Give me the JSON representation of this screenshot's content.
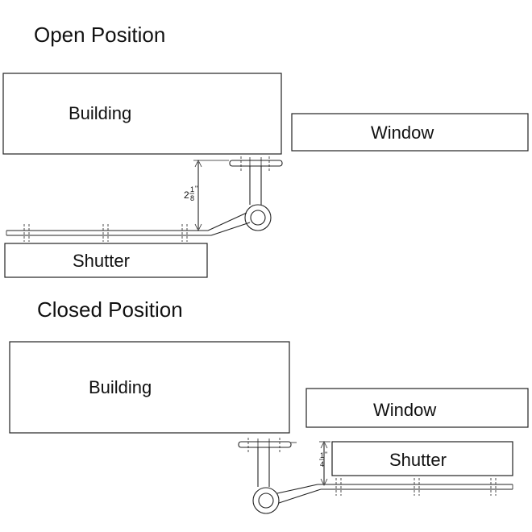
{
  "open": {
    "title": "Open Position",
    "building_label": "Building",
    "window_label": "Window",
    "shutter_label": "Shutter",
    "dimension": {
      "whole": "2",
      "num": "1",
      "den": "8",
      "unit": "\""
    }
  },
  "closed": {
    "title": "Closed Position",
    "building_label": "Building",
    "window_label": "Window",
    "shutter_label": "Shutter",
    "dimension": {
      "whole": "",
      "num": "1",
      "den": "4",
      "unit": "\""
    }
  }
}
